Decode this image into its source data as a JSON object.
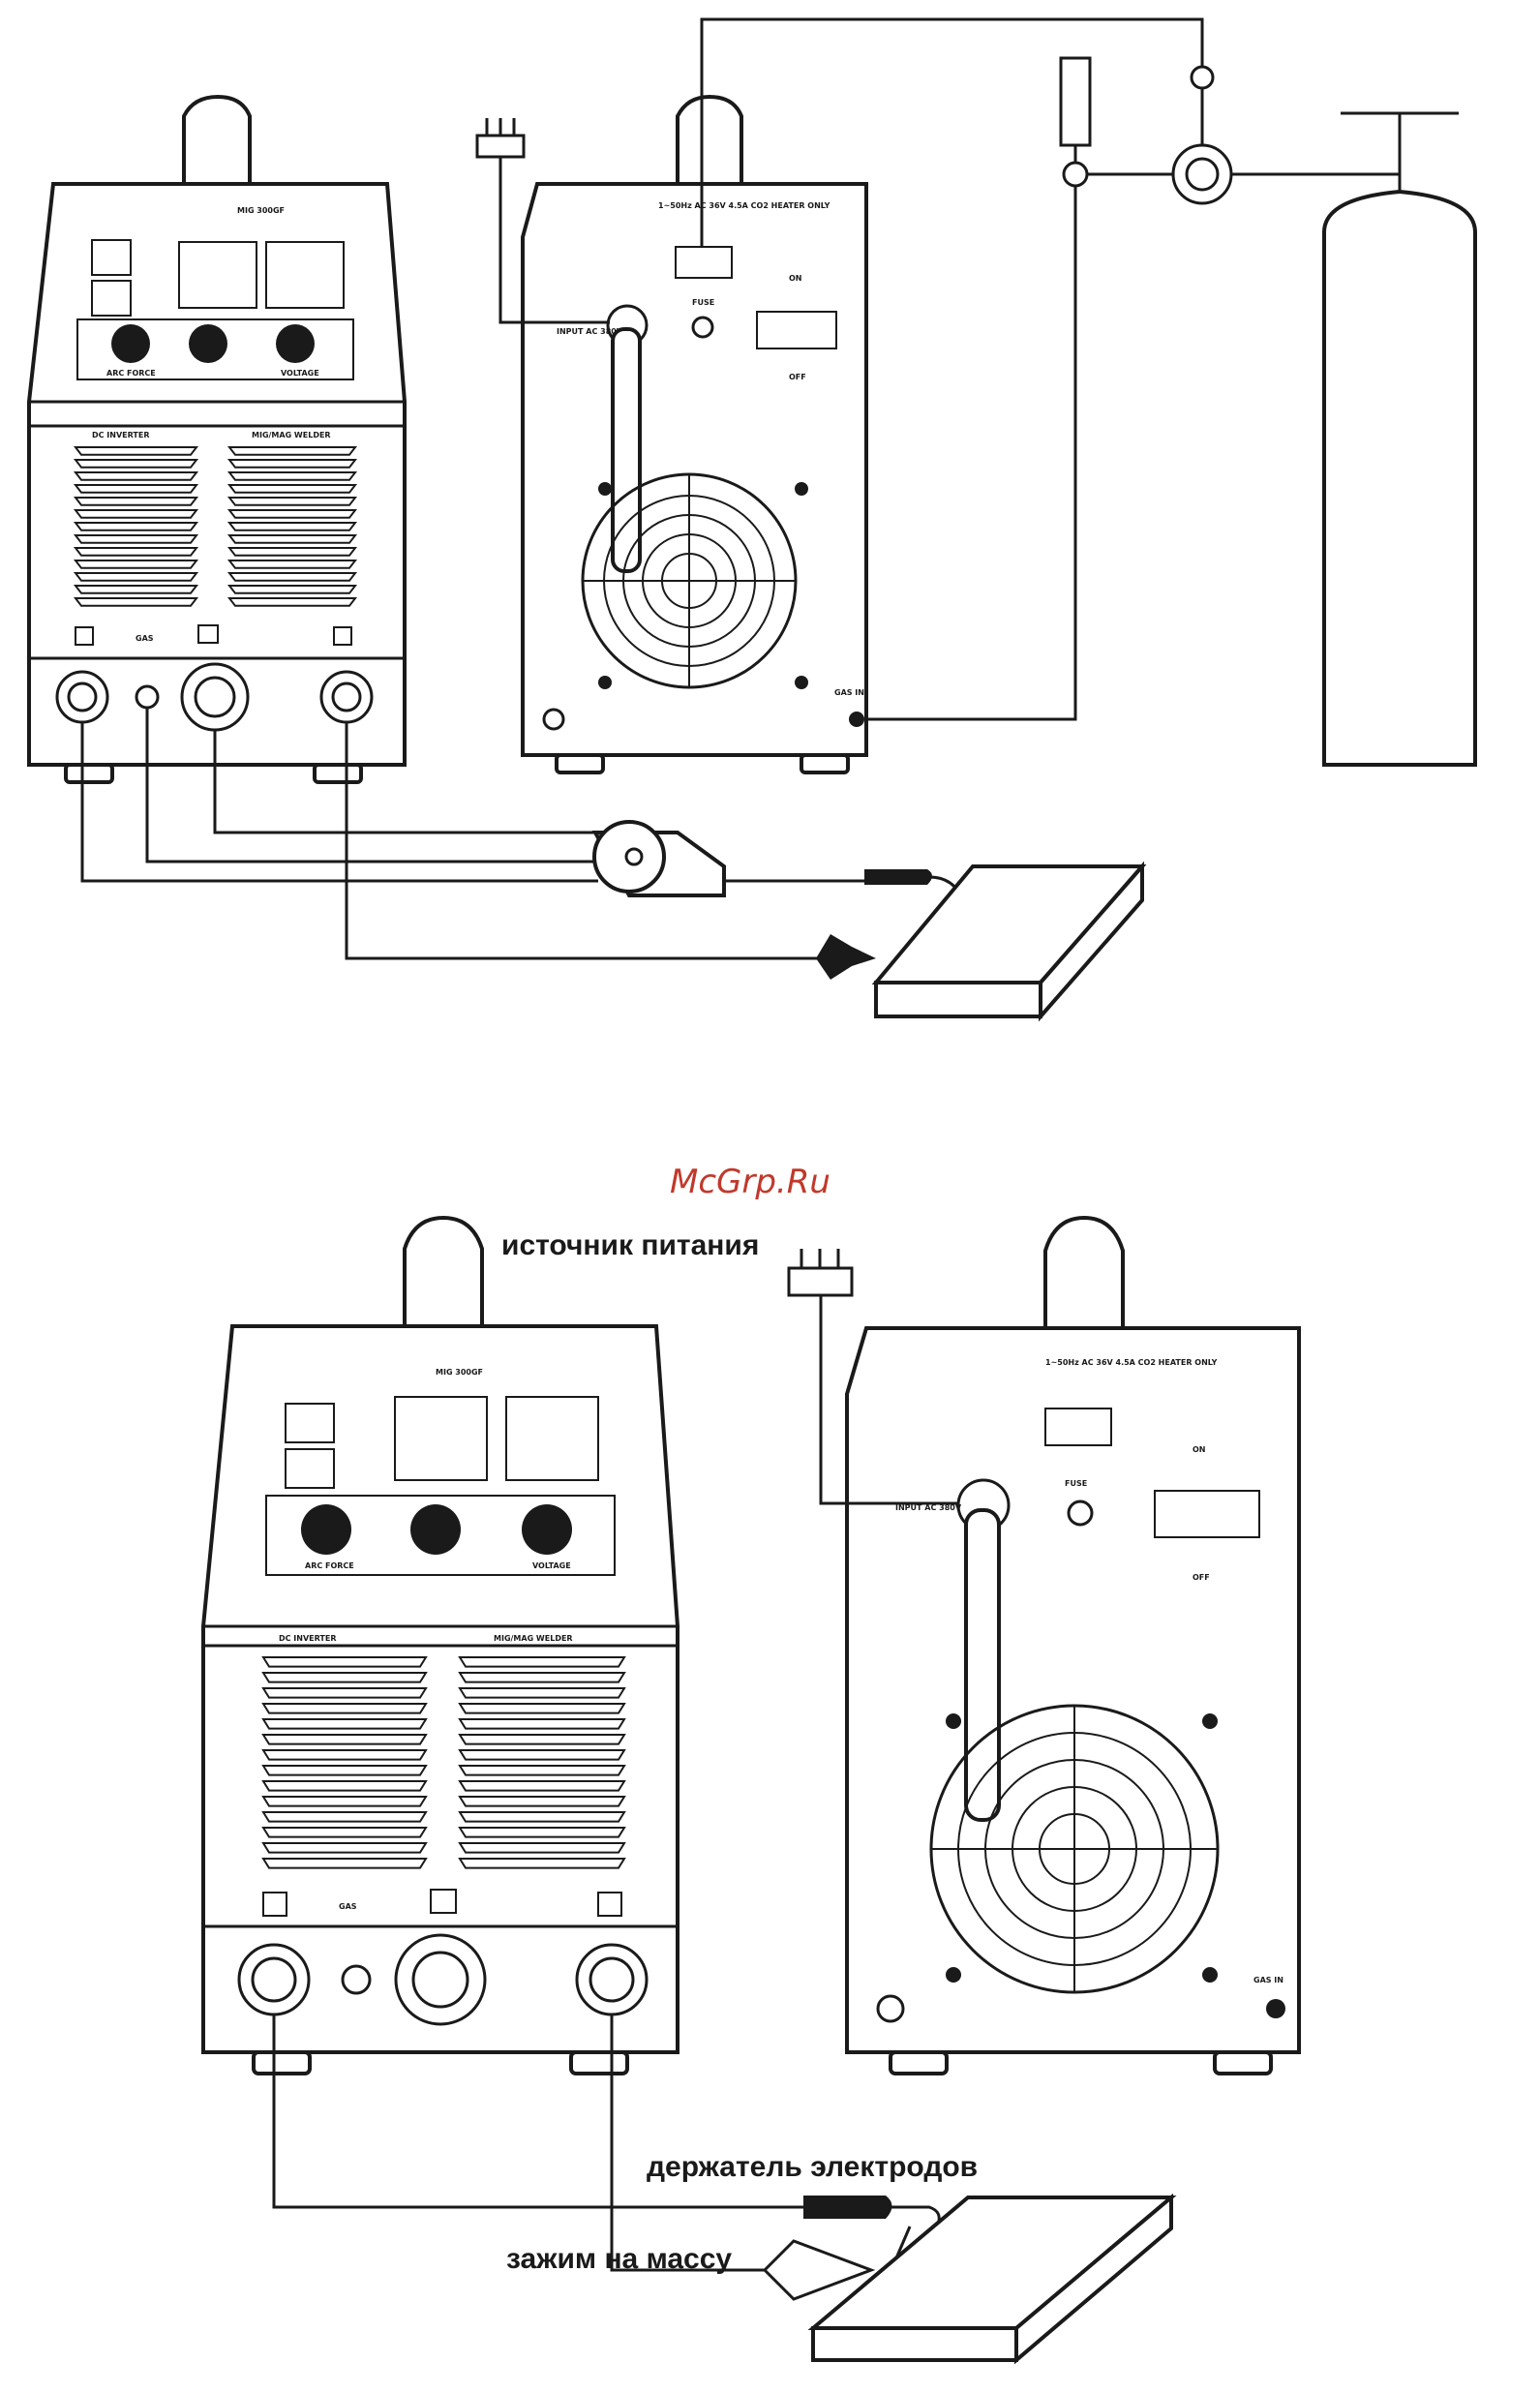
{
  "watermark": "McGrp.Ru",
  "labels": {
    "power_source": "источник питания",
    "electrode_holder": "держатель электродов",
    "ground_clamp": "зажим на массу"
  },
  "panel_text": {
    "model": "MIG 300GF",
    "arc_force": "ARC FORCE",
    "voltage": "VOLTAGE",
    "dc_inverter": "DC INVERTER",
    "welder": "MIG/MAG WELDER",
    "gas": "GAS",
    "input": "INPUT AC 380V",
    "rating": "1~50Hz AC 36V 4.5A CO2 HEATER ONLY",
    "fuse": "FUSE",
    "on": "ON",
    "off": "OFF",
    "gas_in": "GAS IN"
  },
  "colors": {
    "line": "#1a1a1a",
    "watermark": "#c0392b"
  }
}
